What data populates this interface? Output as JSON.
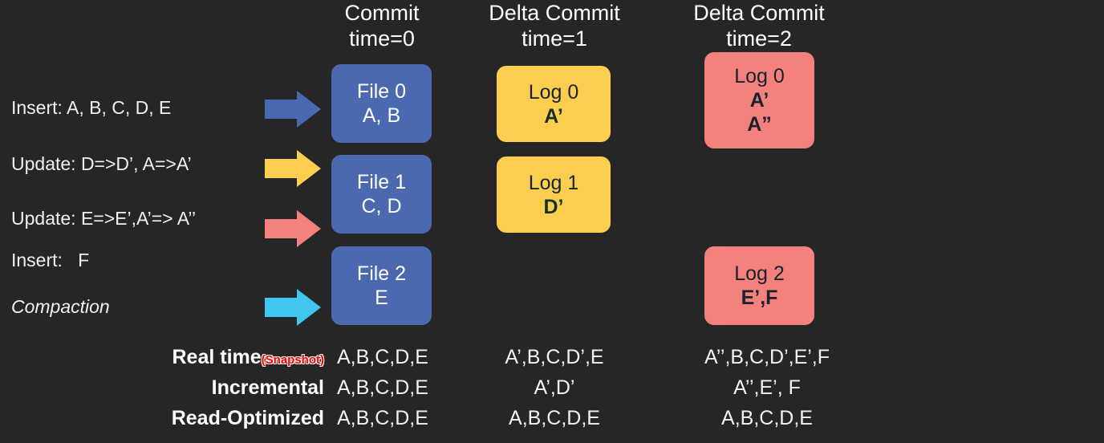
{
  "background_color": "#262626",
  "columns": [
    {
      "id": "commit",
      "header": "Commit\ntime=0"
    },
    {
      "id": "delta1",
      "header": "Delta Commit\ntime=1"
    },
    {
      "id": "delta2",
      "header": "Delta Commit\ntime=2"
    }
  ],
  "operations": [
    {
      "id": "insert1",
      "text": "Insert: A, B, C, D, E",
      "italic": false
    },
    {
      "id": "update1",
      "text": "Update: D=>D’, A=>A’",
      "italic": false
    },
    {
      "id": "update2",
      "text": "Update: E=>E’,A’=> A’’",
      "italic": false
    },
    {
      "id": "insert2",
      "text": "Insert:   F",
      "italic": false
    },
    {
      "id": "compact",
      "text": "Compaction",
      "italic": true
    }
  ],
  "arrows": [
    {
      "id": "blue",
      "color": "#4b69b0",
      "label": "insert-arrow"
    },
    {
      "id": "yellow",
      "color": "#fcce50",
      "label": "update-arrow"
    },
    {
      "id": "salmon",
      "color": "#f5817c",
      "label": "update2-arrow"
    },
    {
      "id": "cyan",
      "color": "#3fc7f0",
      "label": "compaction-arrow"
    }
  ],
  "boxes": {
    "file0": {
      "line1": "File 0",
      "line2": "A, B",
      "line3": "",
      "color": "#4b69b0"
    },
    "file1": {
      "line1": "File 1",
      "line2": "C, D",
      "line3": "",
      "color": "#4b69b0"
    },
    "file2": {
      "line1": "File 2",
      "line2": "E",
      "line3": "",
      "color": "#4b69b0"
    },
    "log0": {
      "line1": "Log 0",
      "line2": "A’",
      "line3": "",
      "color": "#fcce50"
    },
    "log1": {
      "line1": "Log 1",
      "line2": "D’",
      "line3": "",
      "color": "#fcce50"
    },
    "rlog0": {
      "line1": "Log 0",
      "line2": "A’",
      "line3": "A”",
      "color": "#f5817c"
    },
    "rlog2": {
      "line1": "Log 2",
      "line2": "E’,F",
      "line3": "",
      "color": "#f5817c"
    }
  },
  "query_rows": [
    {
      "id": "real-time",
      "label": "Real time",
      "badge": "(Snapshot)",
      "badge_color": "#ff0000",
      "values": [
        "A,B,C,D,E",
        "A’,B,C,D’,E",
        "A’’,B,C,D’,E’,F"
      ]
    },
    {
      "id": "incremental",
      "label": "Incremental",
      "badge": "",
      "badge_color": "",
      "values": [
        "A,B,C,D,E",
        "A’,D’",
        "A’’,E’, F"
      ]
    },
    {
      "id": "read-optimized",
      "label": "Read-Optimized",
      "badge": "",
      "badge_color": "",
      "values": [
        "A,B,C,D,E",
        "A,B,C,D,E",
        "A,B,C,D,E"
      ]
    }
  ]
}
